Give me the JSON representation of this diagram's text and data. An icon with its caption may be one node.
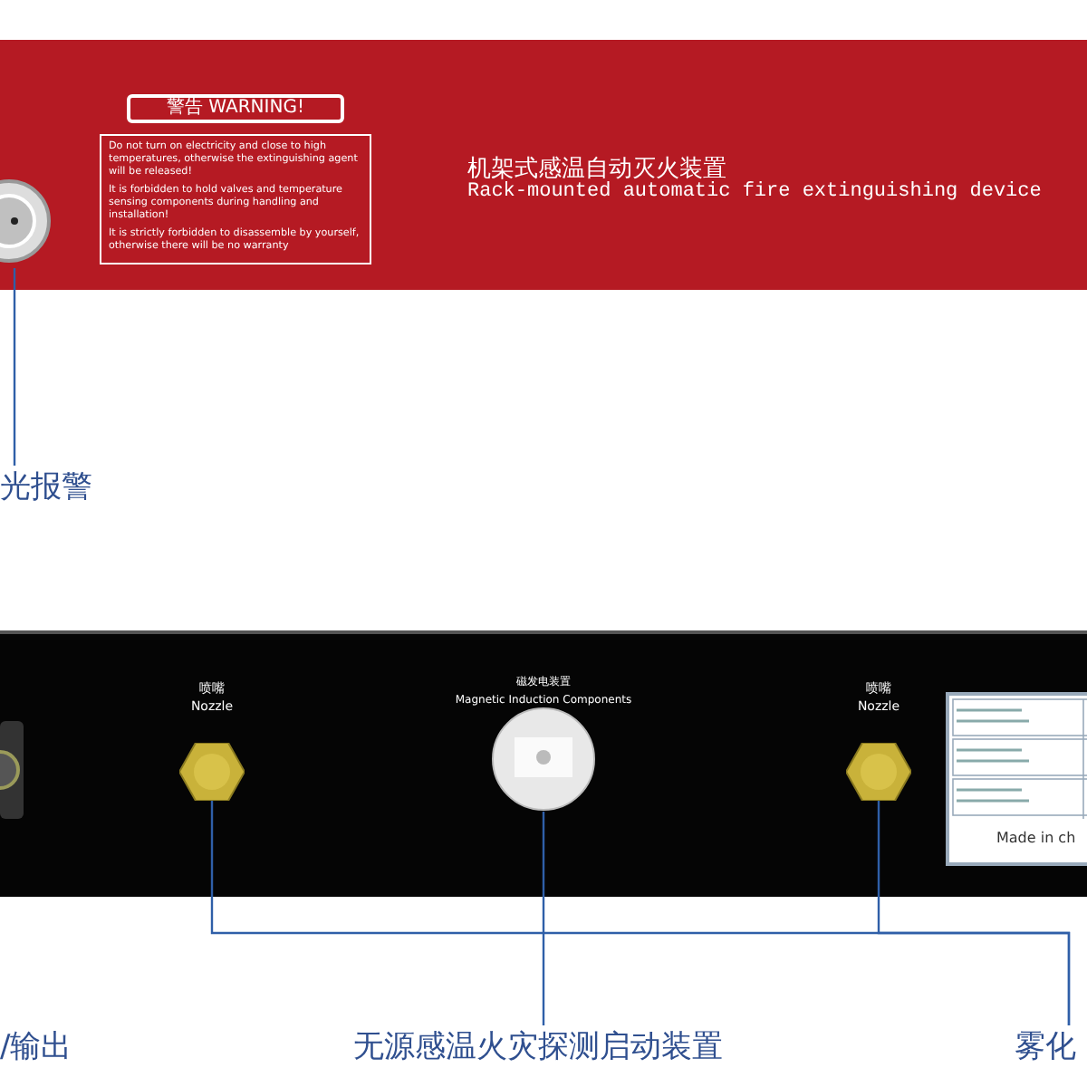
{
  "diagram": {
    "nodes": [
      {
        "text": [
          "机架式感温自动灭火装置",
          "Rack-mounted automatic fire extinguishing device"
        ]
      },
      {
        "text": [],
        "shape": "circle",
        "in": 0
      },
      {
        "text": [
          "警告 WARNING!",
          "Do not turn on electricity and close to high temperatures, otherwise the extinguishing agent will be released!",
          "It is forbidden to hold valves and temperature sensing components during handling and installation!",
          "It is strictly forbidden to disassemble by yourself, otherwise there will be no warranty"
        ],
        "in": 0
      },
      {
        "text": [
          "光报警"
        ]
      },
      {
        "text": [],
        "shape": "box"
      },
      {
        "text": [
          "喷嘴",
          "Nozzle"
        ],
        "in": 4
      },
      {
        "text": [
          "磁发电装置",
          "Magnetic Induction Components"
        ],
        "in": 4
      },
      {
        "text": [
          "喷嘴",
          "Nozzle"
        ],
        "in": 4
      },
      {
        "text": [
          "Made in ch"
        ],
        "in": 4
      },
      {
        "text": [
          "无源感温火灾探测启动装置"
        ]
      },
      {
        "text": [
          "雾化"
        ]
      }
    ],
    "edges": [
      {
        "from": 3,
        "to": 1,
        "arrow": "none"
      },
      {
        "from": 9,
        "to": 6,
        "arrow": "none"
      },
      {
        "from": 10,
        "to": 5,
        "arrow": "none"
      },
      {
        "from": 10,
        "to": 7,
        "arrow": "none"
      }
    ],
    "labels": [
      "/输出"
    ]
  }
}
